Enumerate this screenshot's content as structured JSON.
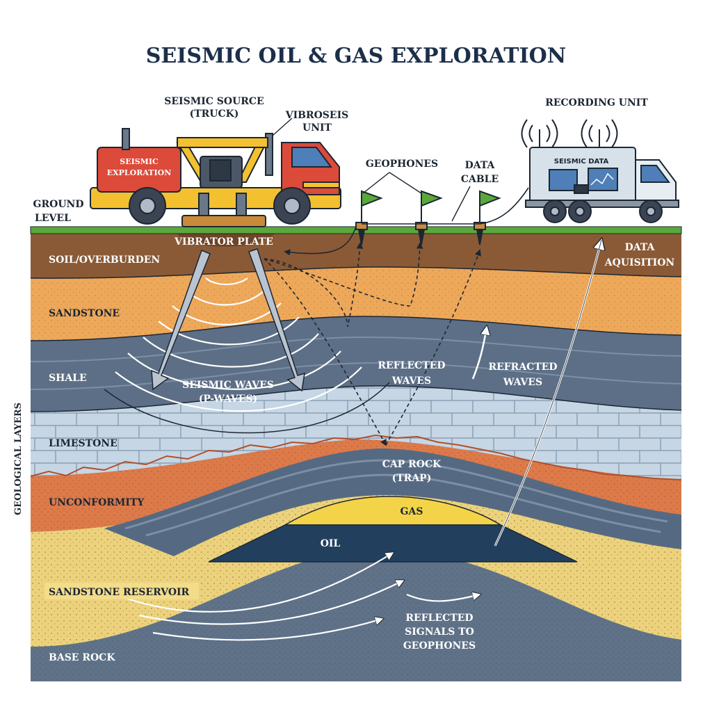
{
  "title": "SEISMIC OIL & GAS EXPLORATION",
  "side_label": "GEOLOGICAL LAYERS",
  "surface": {
    "source_title": [
      "SEISMIC SOURCE",
      "(TRUCK)"
    ],
    "vibroseis": [
      "VIBROSEIS",
      "UNIT"
    ],
    "truck_side": [
      "SEISMIC",
      "EXPLORATION"
    ],
    "geophones": "GEOPHONES",
    "data_cable": [
      "DATA",
      "CABLE"
    ],
    "recording_unit": "RECORDING UNIT",
    "seismic_data": "SEISMIC DATA",
    "ground_level": [
      "GROUND",
      "LEVEL"
    ],
    "vibrator_plate": "VIBRATOR PLATE",
    "data_acquisition": [
      "DATA",
      "AQUISITION"
    ]
  },
  "layers": {
    "soil": "SOIL/OVERBURDEN",
    "sandstone": "SANDSTONE",
    "shale": "SHALE",
    "limestone": "LIMESTONE",
    "unconformity": "UNCONFORMITY",
    "reservoir": "SANDSTONE RESERVOIR",
    "base": "BASE ROCK"
  },
  "annotations": {
    "seismic_waves": [
      "SEISMIC WAVES",
      "(P-WAVES)"
    ],
    "reflected_waves": [
      "REFLECTED",
      "WAVES"
    ],
    "refracted_waves": [
      "REFRACTED",
      "WAVES"
    ],
    "cap_rock": [
      "CAP ROCK",
      "(TRAP)"
    ],
    "gas": "GAS",
    "oil": "OIL",
    "reflected_signals": [
      "REFLECTED",
      "SIGNALS TO",
      "GEOPHONES"
    ]
  },
  "colors": {
    "soil": "#8a5a36",
    "sandstone": "#eea85a",
    "shale": "#5d6f86",
    "limestone": "#c6d6e4",
    "unconformity": "#dc7a4a",
    "reservoir": "#ecd27c",
    "base": "#5f7288",
    "gas": "#f3d449",
    "oil": "#22405e",
    "grass": "#5aa83c"
  }
}
